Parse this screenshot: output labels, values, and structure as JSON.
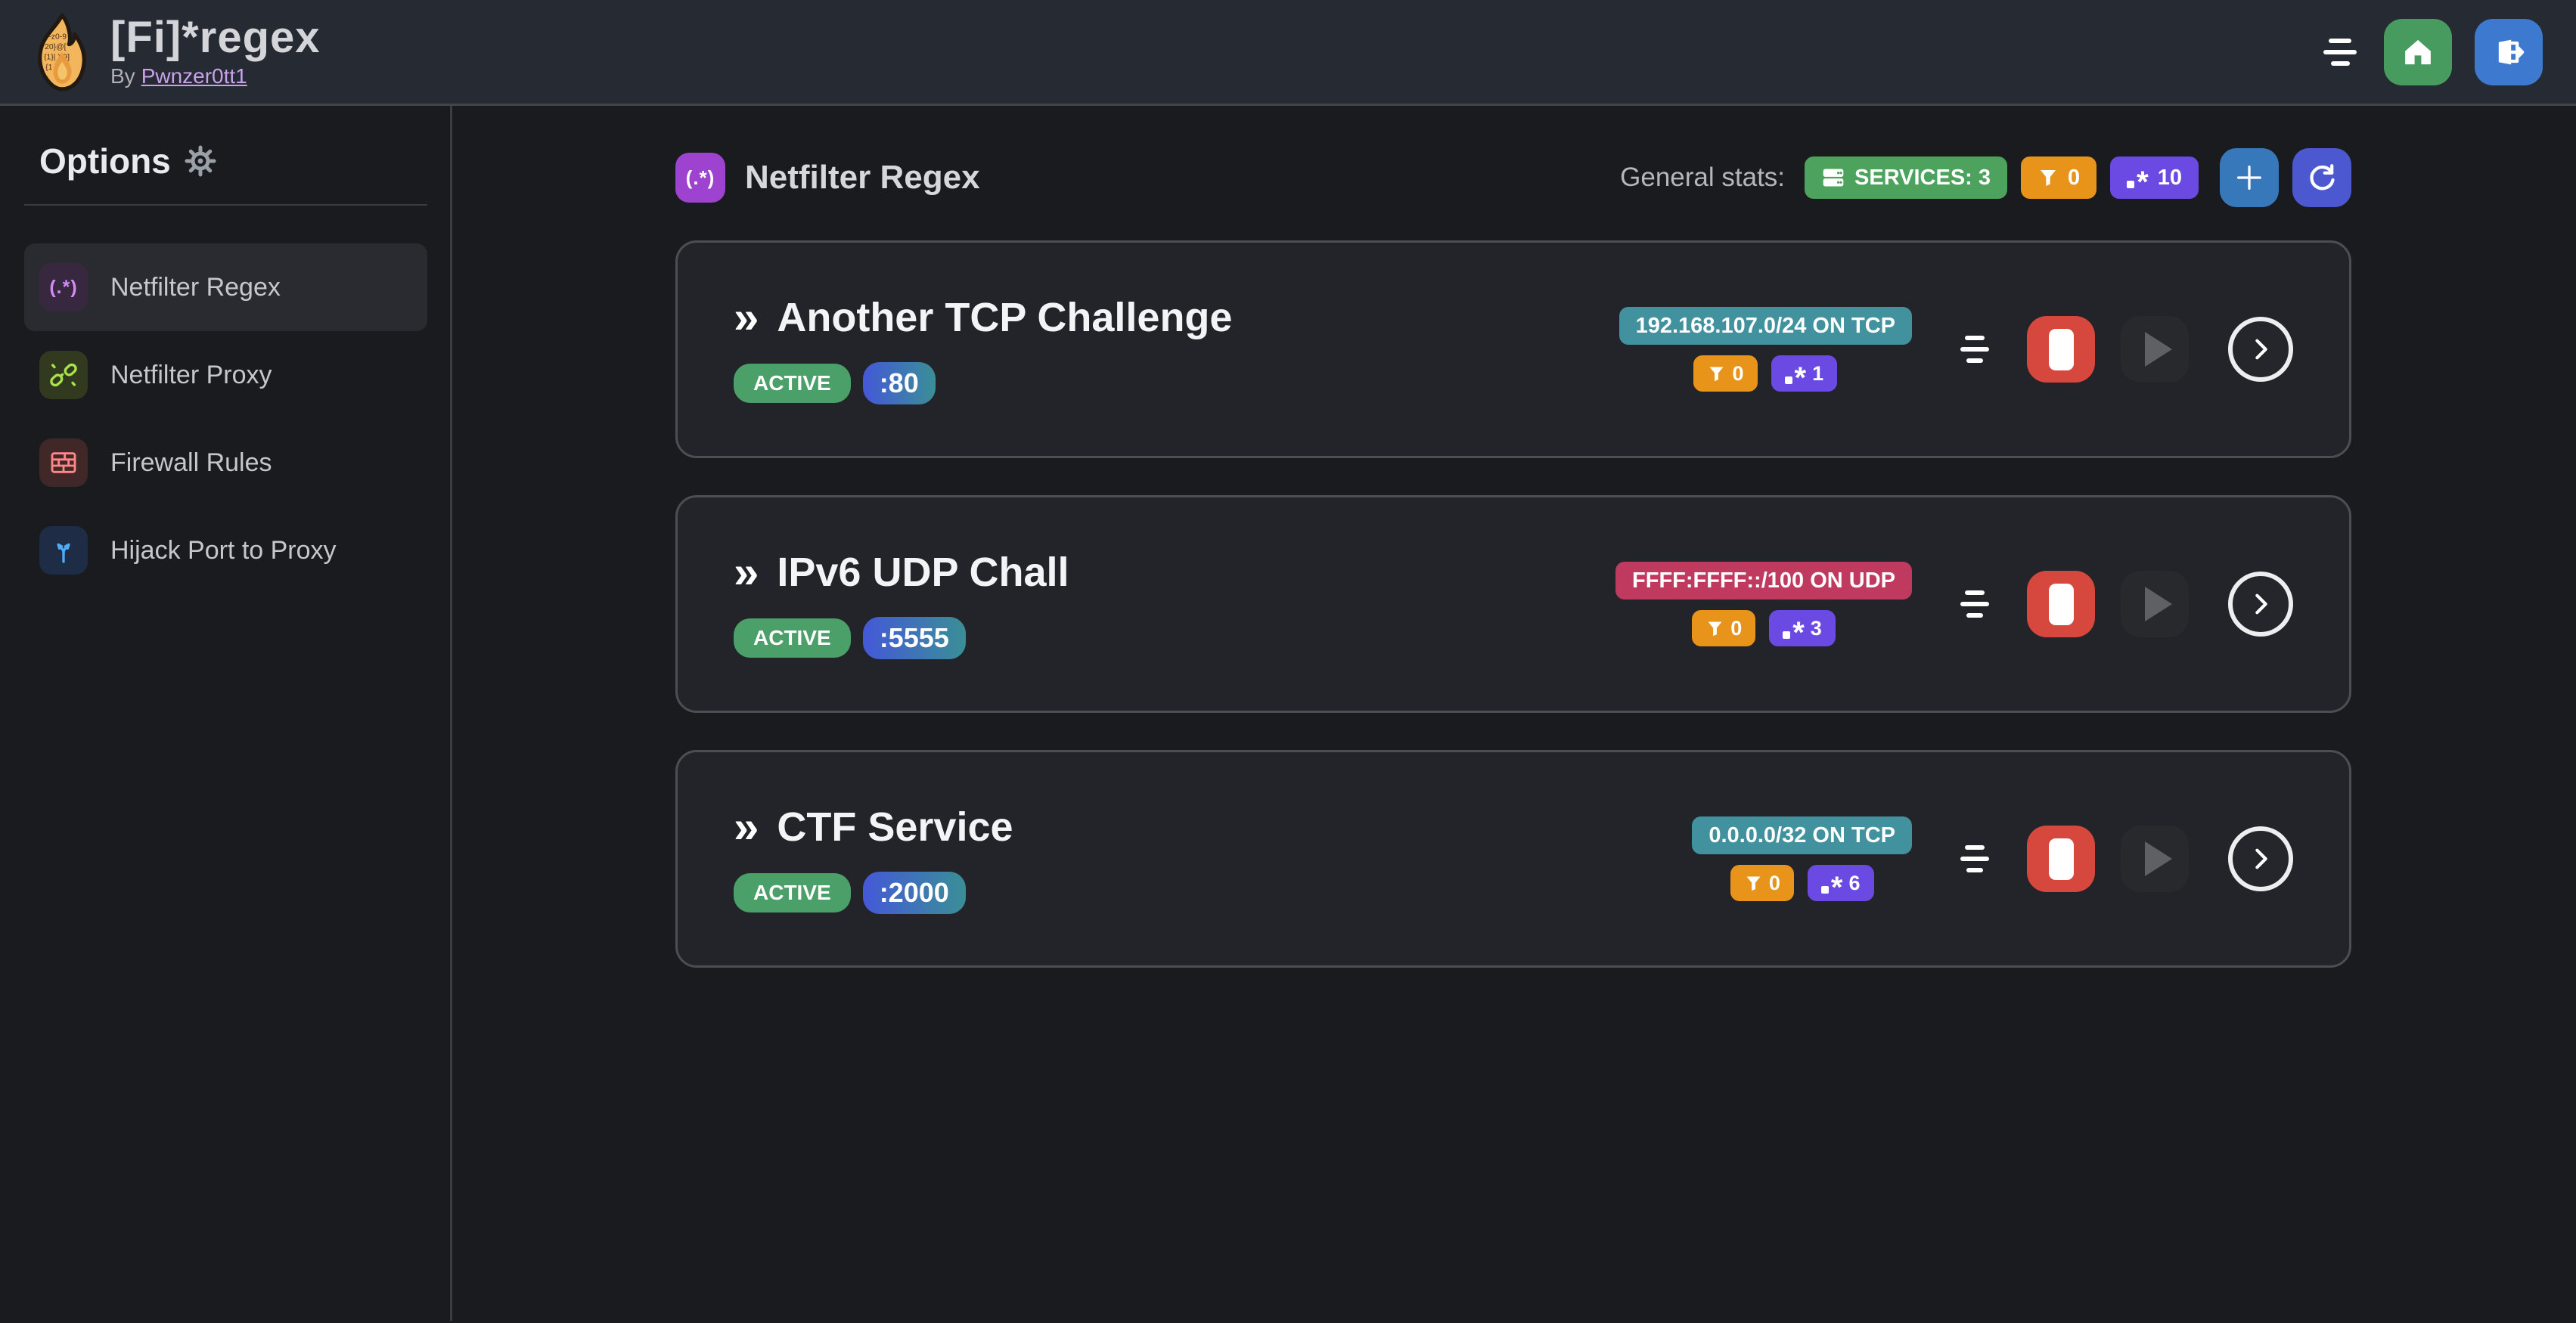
{
  "navbar": {
    "title": "[Fi]*regex",
    "byline_prefix": "By",
    "author_link": "Pwnzer0tt1"
  },
  "glyphs": {
    "regex_group": "(.*)",
    "double_chevron": "»"
  },
  "sidebar": {
    "title": "Options",
    "items": [
      {
        "label": "Netfilter Regex",
        "icon": "regex-icon",
        "active": true
      },
      {
        "label": "Netfilter Proxy",
        "icon": "proxy-chain-icon",
        "active": false
      },
      {
        "label": "Firewall Rules",
        "icon": "brick-wall-icon",
        "active": false
      },
      {
        "label": "Hijack Port to Proxy",
        "icon": "fork-arrows-icon",
        "active": false
      }
    ]
  },
  "main": {
    "header": {
      "title": "Netfilter Regex",
      "icon_glyph": "(.*)"
    },
    "stats": {
      "label": "General stats:",
      "services_badge": "SERVICES: 3",
      "filters_count": "0",
      "regexes_count": "10"
    },
    "services": [
      {
        "name": "Another TCP Challenge",
        "status": "ACTIVE",
        "port": ":80",
        "address": "192.168.107.0/24 ON TCP",
        "address_color": "teal",
        "filters_count": "0",
        "regexes_count": "1"
      },
      {
        "name": "IPv6 UDP Chall",
        "status": "ACTIVE",
        "port": ":5555",
        "address": "FFFF:FFFF::/100 ON UDP",
        "address_color": "pink",
        "filters_count": "0",
        "regexes_count": "3"
      },
      {
        "name": "CTF Service",
        "status": "ACTIVE",
        "port": ":2000",
        "address": "0.0.0.0/32 ON TCP",
        "address_color": "teal",
        "filters_count": "0",
        "regexes_count": "6"
      }
    ]
  },
  "colors": {
    "page_bg": "#1a1b1e",
    "navbar_bg": "#262a33",
    "card_bg": "#222429",
    "card_border": "#4c4e54",
    "services_green": "#4da25e",
    "active_green": "#4b9f68",
    "filter_orange": "#e8941a",
    "regex_violet": "#6a4ae3",
    "teal_address": "#41929e",
    "pink_address": "#c03a60",
    "port_gradient_from": "#4458d8",
    "port_gradient_to": "#3a8f96",
    "stop_red": "#d6473e",
    "home_green": "#479b5f",
    "logout_blue": "#3c79cf",
    "add_blue": "#3778ba",
    "refresh_indigo": "#4c58d0",
    "header_purple": "#9d43cf",
    "author_link_purple": "#c9a0ea"
  }
}
